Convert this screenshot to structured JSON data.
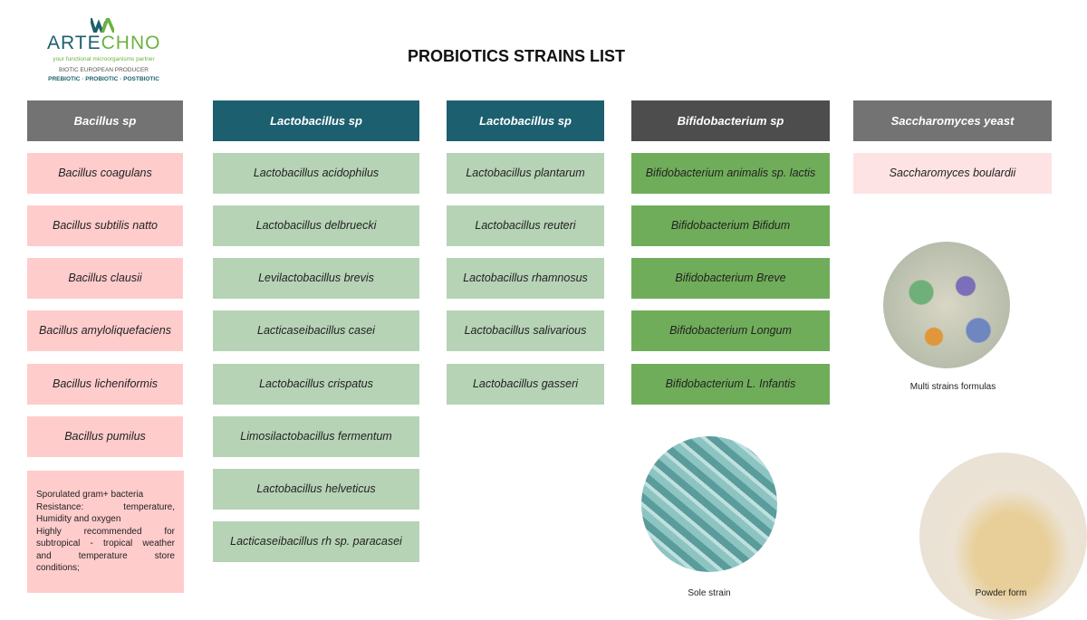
{
  "logo": {
    "brand_a": "ARTE",
    "brand_b": "CHNO",
    "tagline": "your functional microorganisms partner",
    "producer": "BIOTIC EUROPEAN PRODUCER",
    "biotics": "PREBIOTIC · PROBIOTIC · POSTBIOTIC"
  },
  "title": "PROBIOTICS STRAINS LIST",
  "colors": {
    "grey_header": "#737373",
    "teal_header": "#1c5f6f",
    "dark_header": "#4d4d4d",
    "pink": "#ffcccc",
    "light_green": "#b6d3b6",
    "green": "#70ad5a",
    "light_pink": "#fde3e3"
  },
  "columns": [
    {
      "header": "Bacillus sp",
      "items": [
        "Bacillus coagulans",
        "Bacillus subtilis natto",
        "Bacillus clausii",
        "Bacillus amyloliquefaciens",
        "Bacillus licheniformis",
        "Bacillus pumilus"
      ]
    },
    {
      "header": "Lactobacillus sp",
      "items": [
        "Lactobacillus acidophilus",
        "Lactobacillus delbruecki",
        "Levilactobacillus brevis",
        "Lacticaseibacillus casei",
        "Lactobacillus crispatus",
        "Limosilactobacillus fermentum",
        "Lactobacillus helveticus",
        "Lacticaseibacillus rh sp. paracasei"
      ]
    },
    {
      "header": "Lactobacillus sp",
      "items": [
        "Lactobacillus plantarum",
        "Lactobacillus reuteri",
        "Lactobacillus rhamnosus",
        "Lactobacillus salivarious",
        "Lactobacillus gasseri"
      ]
    },
    {
      "header": "Bifidobacterium sp",
      "items": [
        "Bifidobacterium animalis sp. lactis",
        "Bifidobacterium Bifidum",
        "Bifidobacterium Breve",
        "Bifidobacterium Longum",
        "Bifidobacterium L. Infantis"
      ]
    },
    {
      "header": "Saccharomyces yeast",
      "items": [
        "Saccharomyces boulardii"
      ]
    }
  ],
  "note": [
    "Sporulated gram+ bacteria",
    "Resistance: temperature,",
    "Humidity and oxygen",
    "Highly recommended for",
    "subtropical - tropical weather",
    "and temperature store",
    "conditions;"
  ],
  "images": {
    "multi": "Multi strains formulas",
    "sole": "Sole strain",
    "powder": "Powder form"
  }
}
